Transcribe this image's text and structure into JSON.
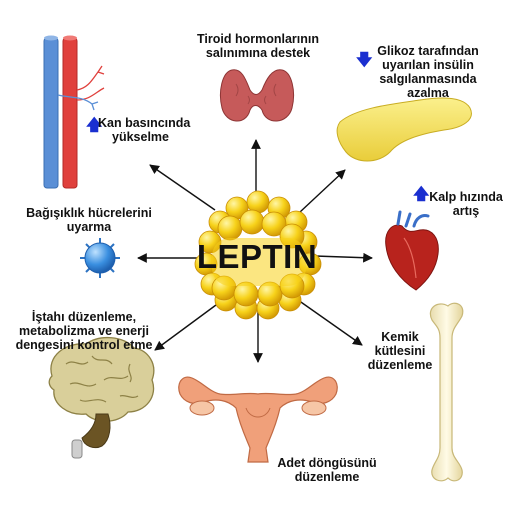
{
  "center": {
    "title": "LEPTIN"
  },
  "effects": {
    "thyroid": {
      "lines": [
        "Tiroid hormonlarının",
        "salınımına destek"
      ]
    },
    "glucose": {
      "arrow": "down",
      "lines": [
        "Glikoz tarafından",
        "uyarılan insülin",
        "salgılanmasında",
        "azalma"
      ]
    },
    "blood_pressure": {
      "arrow": "up",
      "lines": [
        "Kan basıncında",
        "yükselme"
      ]
    },
    "heart_rate": {
      "arrow": "up",
      "lines": [
        "Kalp hızında",
        "artış"
      ]
    },
    "immune": {
      "lines": [
        "Bağışıklık hücrelerini",
        "uyarma"
      ]
    },
    "appetite": {
      "lines": [
        "İştahı düzenleme,",
        "metabolizma ve enerji",
        "dengesini kontrol etme"
      ]
    },
    "bone": {
      "lines": [
        "Kemik",
        "kütlesini",
        "düzenleme"
      ]
    },
    "menstrual": {
      "lines": [
        "Adet döngüsünü",
        "düzenleme"
      ]
    }
  },
  "colors": {
    "arrow_up_down": "#1a2fd0",
    "fat_cells": "#f7d21a",
    "artery": "#e0403c",
    "vein": "#5a8fd6",
    "pancreas": "#f6e46a",
    "thyroid": "#c65a5a",
    "heart": "#b8231d",
    "immune_cell": "#3a8fe0",
    "brain": "#d9cf9a",
    "uterus": "#f0a07a",
    "bone": "#f6efcf"
  },
  "icons": [
    "blood-vessels-icon",
    "thyroid-icon",
    "pancreas-icon",
    "heart-icon",
    "immune-cell-icon",
    "brain-icon",
    "uterus-icon",
    "bone-icon",
    "fat-cell-cluster-icon"
  ]
}
